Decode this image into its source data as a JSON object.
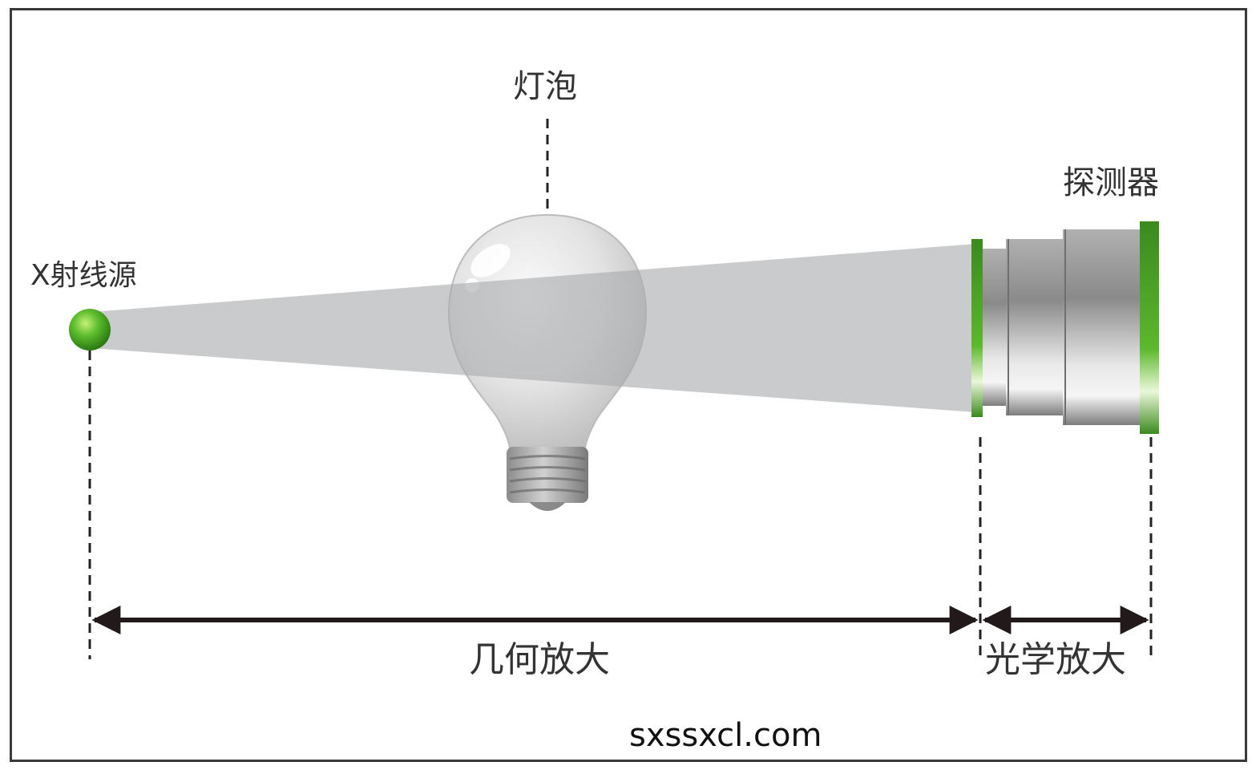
{
  "labels": {
    "xray_source": "X射线源",
    "bulb": "灯泡",
    "detector": "探测器",
    "geometric_magnification": "几何放大",
    "optical_magnification": "光学放大"
  },
  "watermark": "sxssxcl.com",
  "colors": {
    "frame": "#3a3a3a",
    "beam": "#a9abad",
    "source_green": "#4caf2a",
    "detector_green": "#3f9a25",
    "arrow": "#221a1a",
    "text": "#333333"
  },
  "icons": {
    "source": "green-sphere",
    "object": "light-bulb",
    "detector": "cylindrical-detector"
  }
}
